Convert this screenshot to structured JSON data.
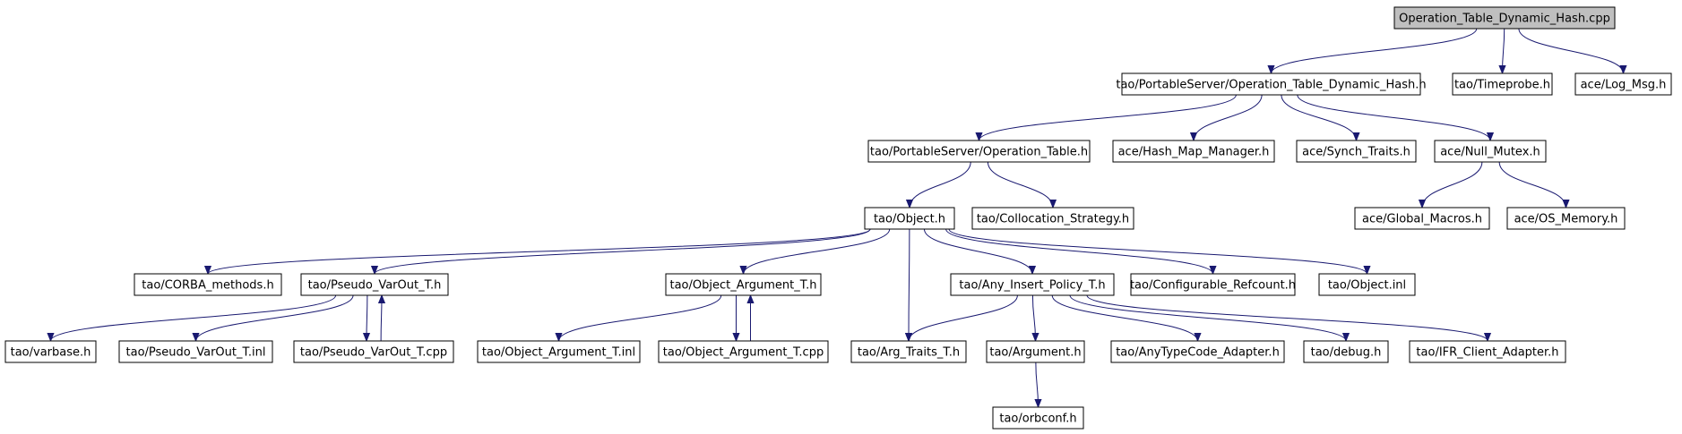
{
  "nodes": [
    {
      "id": "root",
      "label": "Operation_Table_Dynamic_Hash.cpp",
      "root": true
    },
    {
      "id": "otdh_h",
      "label": "tao/PortableServer/Operation_Table_Dynamic_Hash.h"
    },
    {
      "id": "timeprobe",
      "label": "tao/Timeprobe.h"
    },
    {
      "id": "logmsg",
      "label": "ace/Log_Msg.h"
    },
    {
      "id": "optable",
      "label": "tao/PortableServer/Operation_Table.h"
    },
    {
      "id": "hashmap",
      "label": "ace/Hash_Map_Manager.h"
    },
    {
      "id": "synch",
      "label": "ace/Synch_Traits.h"
    },
    {
      "id": "nullmutex",
      "label": "ace/Null_Mutex.h"
    },
    {
      "id": "object_h",
      "label": "tao/Object.h"
    },
    {
      "id": "colloc",
      "label": "tao/Collocation_Strategy.h"
    },
    {
      "id": "globalmacros",
      "label": "ace/Global_Macros.h"
    },
    {
      "id": "osmemory",
      "label": "ace/OS_Memory.h"
    },
    {
      "id": "corba_methods",
      "label": "tao/CORBA_methods.h"
    },
    {
      "id": "pseudo_h",
      "label": "tao/Pseudo_VarOut_T.h"
    },
    {
      "id": "objarg_h",
      "label": "tao/Object_Argument_T.h"
    },
    {
      "id": "anyins",
      "label": "tao/Any_Insert_Policy_T.h"
    },
    {
      "id": "configref",
      "label": "tao/Configurable_Refcount.h"
    },
    {
      "id": "object_inl",
      "label": "tao/Object.inl"
    },
    {
      "id": "varbase",
      "label": "tao/varbase.h"
    },
    {
      "id": "pseudo_inl",
      "label": "tao/Pseudo_VarOut_T.inl"
    },
    {
      "id": "pseudo_cpp",
      "label": "tao/Pseudo_VarOut_T.cpp"
    },
    {
      "id": "objarg_inl",
      "label": "tao/Object_Argument_T.inl"
    },
    {
      "id": "objarg_cpp",
      "label": "tao/Object_Argument_T.cpp"
    },
    {
      "id": "argtraits",
      "label": "tao/Arg_Traits_T.h"
    },
    {
      "id": "argument",
      "label": "tao/Argument.h"
    },
    {
      "id": "anytc",
      "label": "tao/AnyTypeCode_Adapter.h"
    },
    {
      "id": "debug",
      "label": "tao/debug.h"
    },
    {
      "id": "ifr",
      "label": "tao/IFR_Client_Adapter.h"
    },
    {
      "id": "orbconf",
      "label": "tao/orbconf.h"
    }
  ],
  "edges": [
    {
      "from": "root",
      "to": "otdh_h"
    },
    {
      "from": "root",
      "to": "timeprobe"
    },
    {
      "from": "root",
      "to": "logmsg"
    },
    {
      "from": "otdh_h",
      "to": "optable"
    },
    {
      "from": "otdh_h",
      "to": "hashmap"
    },
    {
      "from": "otdh_h",
      "to": "synch"
    },
    {
      "from": "otdh_h",
      "to": "nullmutex"
    },
    {
      "from": "optable",
      "to": "object_h"
    },
    {
      "from": "optable",
      "to": "colloc"
    },
    {
      "from": "nullmutex",
      "to": "globalmacros"
    },
    {
      "from": "nullmutex",
      "to": "osmemory"
    },
    {
      "from": "object_h",
      "to": "corba_methods"
    },
    {
      "from": "object_h",
      "to": "pseudo_h"
    },
    {
      "from": "object_h",
      "to": "objarg_h"
    },
    {
      "from": "object_h",
      "to": "argtraits"
    },
    {
      "from": "object_h",
      "to": "anyins"
    },
    {
      "from": "object_h",
      "to": "configref"
    },
    {
      "from": "object_h",
      "to": "object_inl"
    },
    {
      "from": "pseudo_h",
      "to": "varbase"
    },
    {
      "from": "pseudo_h",
      "to": "pseudo_inl"
    },
    {
      "from": "pseudo_h",
      "to": "pseudo_cpp"
    },
    {
      "from": "pseudo_cpp",
      "to": "pseudo_h"
    },
    {
      "from": "objarg_h",
      "to": "objarg_inl"
    },
    {
      "from": "objarg_h",
      "to": "objarg_cpp"
    },
    {
      "from": "objarg_cpp",
      "to": "objarg_h"
    },
    {
      "from": "anyins",
      "to": "argtraits"
    },
    {
      "from": "anyins",
      "to": "argument"
    },
    {
      "from": "anyins",
      "to": "anytc"
    },
    {
      "from": "anyins",
      "to": "debug"
    },
    {
      "from": "anyins",
      "to": "ifr"
    },
    {
      "from": "argument",
      "to": "orbconf"
    }
  ]
}
